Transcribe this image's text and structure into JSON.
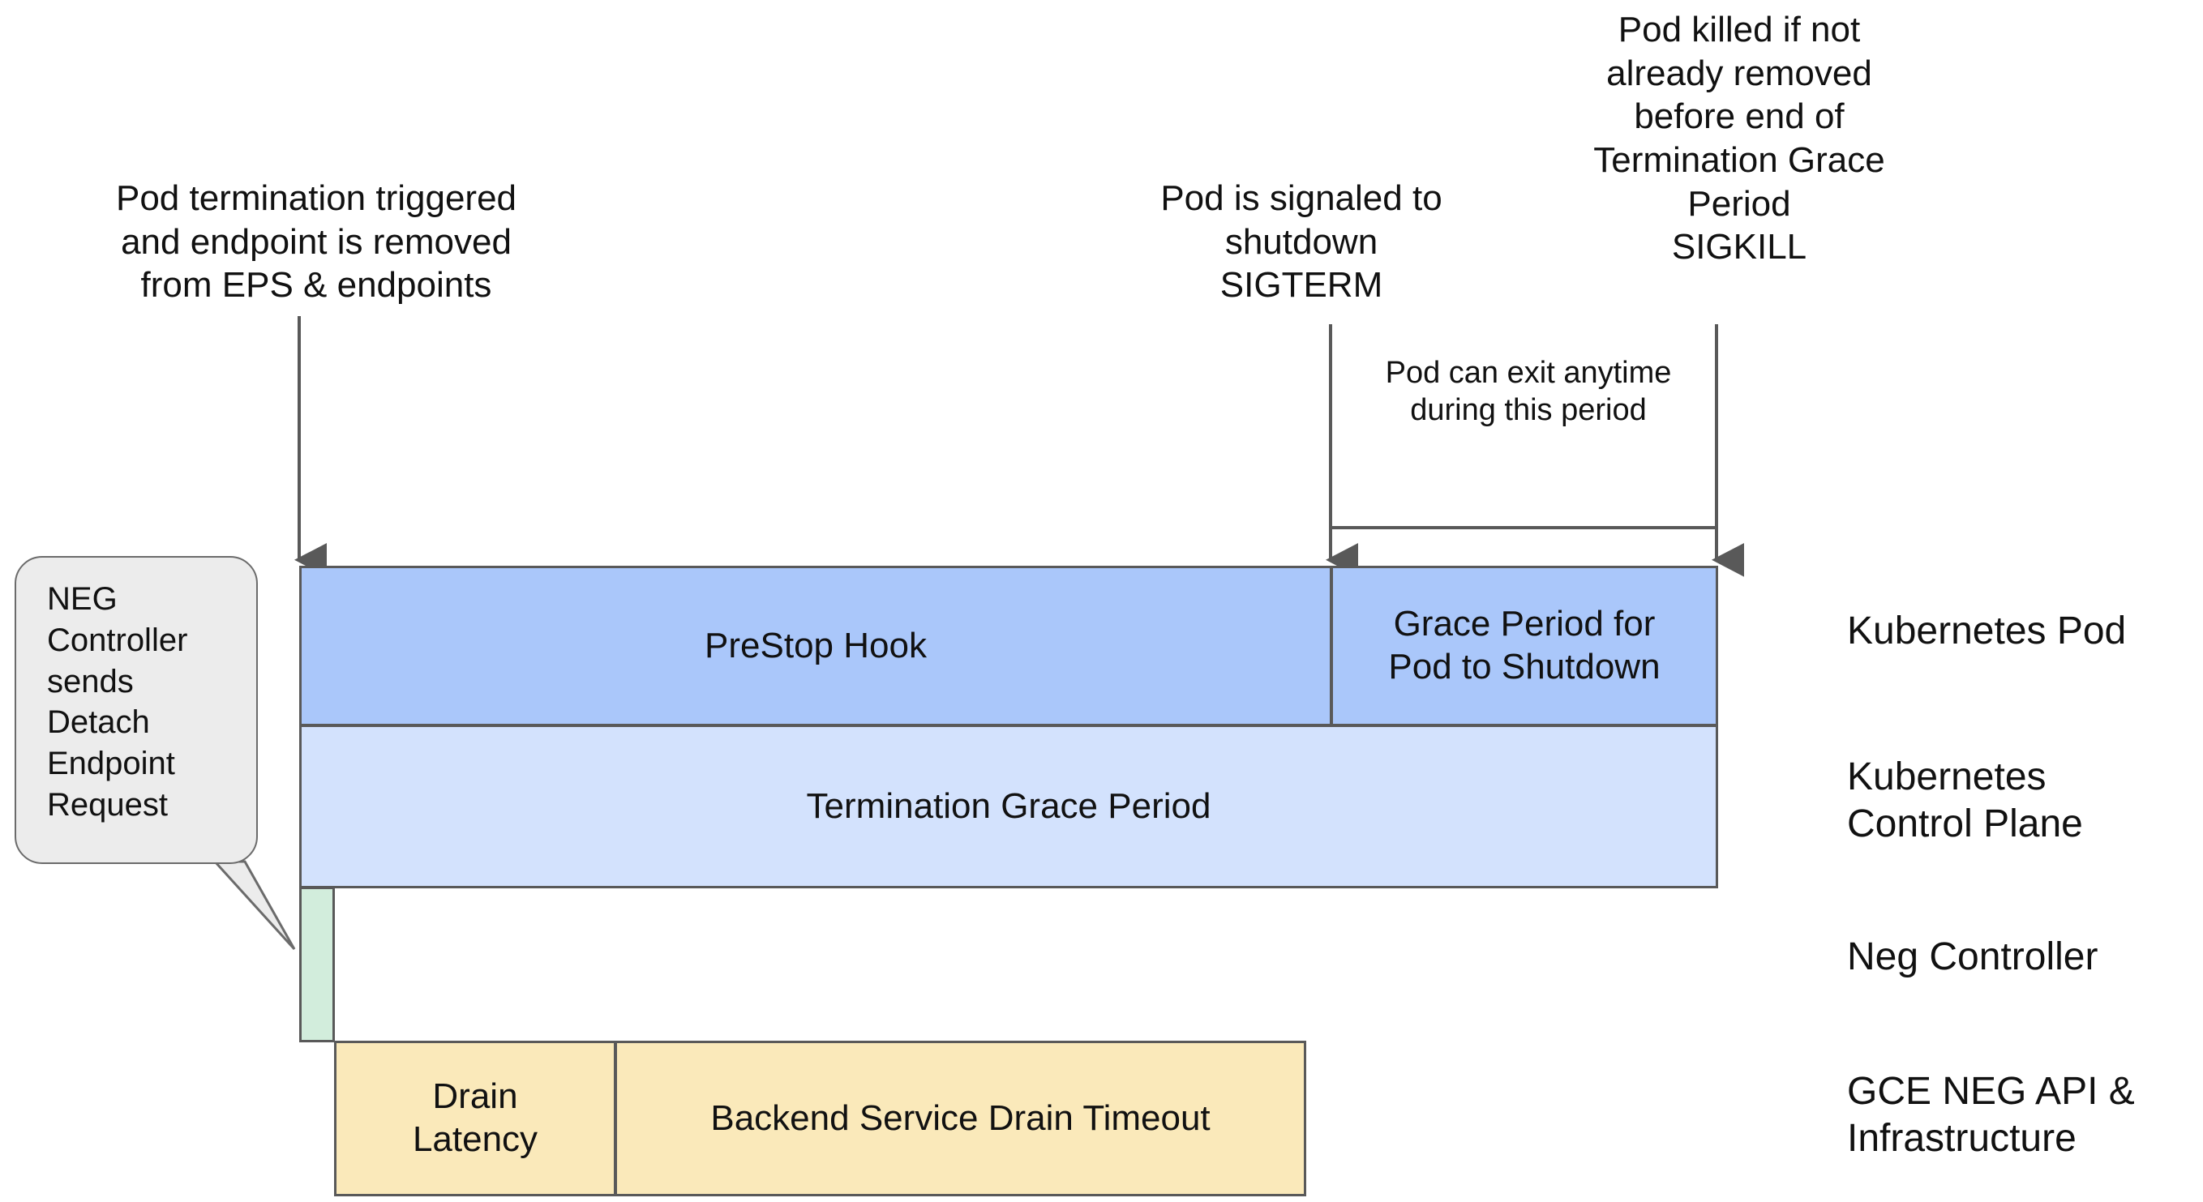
{
  "diagram": {
    "title_absent": true,
    "annotations": [
      {
        "id": "pod-termination-triggered",
        "text": "Pod termination triggered\nand endpoint is removed\nfrom EPS & endpoints"
      },
      {
        "id": "pod-signaled-shutdown",
        "text": "Pod is signaled to\nshutdown\nSIGTERM"
      },
      {
        "id": "pod-killed-sigkill",
        "text": "Pod killed if not\nalready removed\nbefore end of\nTermination Grace\nPeriod\nSIGKILL"
      },
      {
        "id": "pod-can-exit-anytime",
        "text": "Pod can exit anytime\nduring this period"
      }
    ],
    "callout": {
      "id": "neg-controller-callout",
      "text": "NEG\nController\nsends\nDetach\nEndpoint\nRequest",
      "fill": "#ececec",
      "stroke": "#6b6b6b"
    },
    "bars": [
      {
        "id": "prestop-hook",
        "label": "PreStop Hook",
        "fill": "#aac7fa",
        "stroke": "#595959",
        "row": "kubernetes-pod"
      },
      {
        "id": "grace-period-pod-shutdown",
        "label": "Grace Period for\nPod to Shutdown",
        "fill": "#aac7fa",
        "stroke": "#595959",
        "row": "kubernetes-pod"
      },
      {
        "id": "termination-grace-period",
        "label": "Termination Grace Period",
        "fill": "#d3e2fd",
        "stroke": "#595959",
        "row": "kubernetes-control-plane"
      },
      {
        "id": "neg-controller-bar",
        "label": "",
        "fill": "#d2eddc",
        "stroke": "#595959",
        "row": "neg-controller"
      },
      {
        "id": "drain-latency",
        "label": "Drain\nLatency",
        "fill": "#fae9ba",
        "stroke": "#595959",
        "row": "gce-neg-api"
      },
      {
        "id": "backend-service-drain-timeout",
        "label": "Backend Service Drain Timeout",
        "fill": "#fae9ba",
        "stroke": "#595959",
        "row": "gce-neg-api"
      }
    ],
    "legend": [
      {
        "id": "kubernetes-pod",
        "label": "Kubernetes Pod"
      },
      {
        "id": "kubernetes-control-plane",
        "label": "Kubernetes\nControl Plane"
      },
      {
        "id": "neg-controller",
        "label": "Neg Controller"
      },
      {
        "id": "gce-neg-api",
        "label": "GCE NEG API &\nInfrastructure"
      }
    ],
    "colors": {
      "pod_blue": "#aac7fa",
      "control_plane_blue": "#d3e2fd",
      "neg_green": "#d2eddc",
      "gce_yellow": "#fae9ba",
      "stroke_gray": "#595959",
      "callout_gray": "#ececec"
    }
  }
}
